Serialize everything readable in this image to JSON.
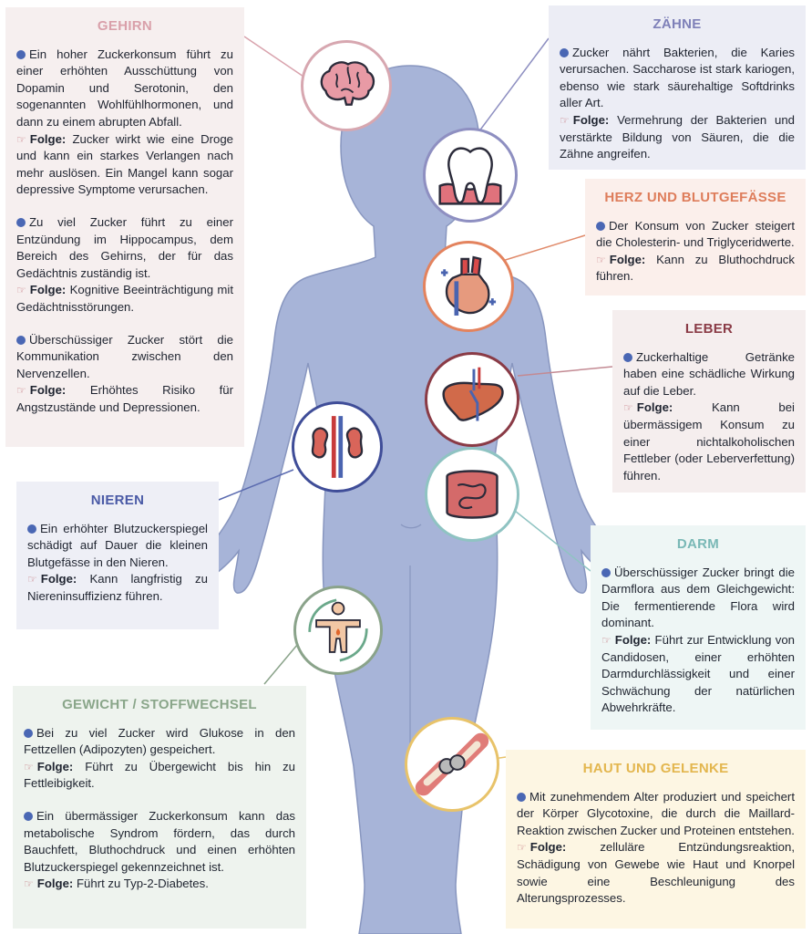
{
  "colors": {
    "body": "#a7b4d8",
    "body_stroke": "#8896bf",
    "gehirn": "#f6efef",
    "zaehne": "#ecedf5",
    "herz": "#fbefeb",
    "leber": "#f5eeee",
    "nieren": "#eeeff6",
    "darm": "#eef6f5",
    "gewicht": "#eef3ee",
    "haut": "#fdf6e3"
  },
  "sections": {
    "gehirn": {
      "title": "GEHIRN",
      "paragraphs": [
        {
          "text": "Ein hoher Zuckerkonsum führt zu einer erhöhten Ausschüttung von Dopamin und Serotonin, den sogenannten Wohlfühlhormonen, und dann zu einem abrupten Abfall."
        },
        {
          "label": "Folge:",
          "text": " Zucker wirkt wie eine Droge und kann ein starkes Verlangen nach mehr auslösen. Ein Mangel kann sogar depressive Symptome verursachen."
        },
        {
          "text": "Zu viel Zucker führt zu einer Entzündung im Hippocampus, dem Bereich des Gehirns, der für das Gedächtnis zuständig ist."
        },
        {
          "label": "Folge:",
          "text": " Kognitive Beeinträchtigung mit Gedächtnisstörungen."
        },
        {
          "text": "Überschüssiger Zucker stört die Kommunikation zwischen den Nervenzellen."
        },
        {
          "label": "Folge:",
          "text": " Erhöhtes Risiko für Angstzustände und Depressionen."
        }
      ]
    },
    "zaehne": {
      "title": "ZÄHNE",
      "paragraphs": [
        {
          "text": "Zucker nährt Bakterien, die Karies verursachen. Saccharose ist stark kariogen, ebenso wie stark säurehaltige Softdrinks aller Art."
        },
        {
          "label": "Folge:",
          "text": " Vermehrung der Bakterien und verstärkte Bildung von Säuren, die die Zähne angreifen."
        }
      ]
    },
    "herz": {
      "title": "HERZ UND BLUTGEFÄSSE",
      "paragraphs": [
        {
          "text": "Der Konsum von Zucker steigert die Cholesterin- und Triglyceridwerte."
        },
        {
          "label": "Folge:",
          "text": " Kann zu Bluthochdruck führen."
        }
      ]
    },
    "leber": {
      "title": "LEBER",
      "paragraphs": [
        {
          "text": "Zuckerhaltige Getränke haben eine schädliche Wirkung auf die Leber."
        },
        {
          "label": "Folge:",
          "text": " Kann bei übermässigem Konsum zu einer nichtalkoholischen Fettleber (oder Leberverfettung) führen."
        }
      ]
    },
    "nieren": {
      "title": "NIEREN",
      "paragraphs": [
        {
          "text": "Ein erhöhter Blutzuckerspiegel schädigt auf Dauer die kleinen Blutgefässe in den Nieren."
        },
        {
          "label": "Folge:",
          "text": " Kann langfristig zu Niereninsuffizienz führen."
        }
      ]
    },
    "darm": {
      "title": "DARM",
      "paragraphs": [
        {
          "text": "Überschüssiger Zucker bringt die Darmflora aus dem Gleichgewicht: Die fermentierende Flora wird dominant."
        },
        {
          "label": "Folge:",
          "text": " Führt zur Entwicklung von Candidosen, einer erhöhten Darmdurchlässigkeit und einer Schwächung der natürlichen Abwehrkräfte."
        }
      ]
    },
    "gewicht": {
      "title": "GEWICHT / STOFFWECHSEL",
      "paragraphs": [
        {
          "text": "Bei zu viel Zucker wird Glukose in den Fettzellen (Adipozyten) gespeichert."
        },
        {
          "label": "Folge:",
          "text": " Führt zu Übergewicht bis hin zu Fettleibigkeit."
        },
        {
          "text": "Ein übermässiger Zuckerkonsum kann das metabolische Syndrom fördern, das durch Bauchfett, Bluthochdruck und einen erhöhten Blutzuckerspiegel gekennzeichnet ist."
        },
        {
          "label": "Folge:",
          "text": " Führt zu Typ-2-Diabetes."
        }
      ]
    },
    "haut": {
      "title": "HAUT UND GELENKE",
      "paragraphs": [
        {
          "text": "Mit zunehmendem Alter produziert und speichert der Körper Glycotoxine, die durch die Maillard-Reaktion zwischen Zucker und Proteinen entstehen."
        },
        {
          "label": "Folge:",
          "text": " zelluläre Entzündungsreaktion, Schädigung von Gewebe wie Haut und Knorpel sowie eine Beschleunigung des Alterungsprozesses."
        }
      ]
    }
  },
  "icons": [
    "brain-icon",
    "tooth-icon",
    "heart-icon",
    "liver-icon",
    "kidneys-icon",
    "intestine-icon",
    "metabolism-icon",
    "joint-icon"
  ]
}
